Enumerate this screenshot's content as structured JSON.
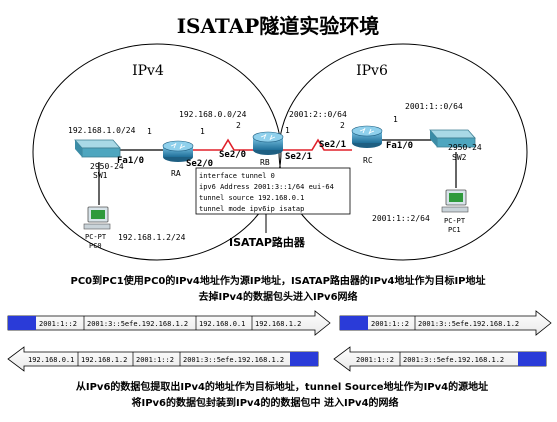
{
  "title": "ISATAP隧道实验环境",
  "clouds": {
    "left": "IPv4",
    "right": "IPv6"
  },
  "devices": {
    "sw1": {
      "model": "2950-24",
      "name": "SW1"
    },
    "sw2": {
      "model": "2950-24",
      "name": "SW2"
    },
    "ra": {
      "name": "RA"
    },
    "rb": {
      "name": "RB"
    },
    "rc": {
      "name": "RC"
    },
    "pc0": {
      "type": "PC-PT",
      "name": "PC0"
    },
    "pc1": {
      "type": "PC-PT",
      "name": "PC1"
    }
  },
  "subnets": {
    "net1": "192.168.1.0/24",
    "net2": "192.168.0.0/24",
    "net3": "2001:2::0/64",
    "net4": "2001:1::0/64"
  },
  "host_addrs": {
    "pc0": "192.168.1.2/24",
    "pc1": "2001:1::2/64"
  },
  "ports": {
    "sw1_fa": "Fa1/0",
    "ra_se": "Se2/0",
    "rb_se_left": "Se2/0",
    "rb_se_right": "Se2/1",
    "rc_se": "Se2/1",
    "rc_fa": "Fa1/0"
  },
  "link_nums": {
    "ra_left": "1",
    "ra_right": "1",
    "rb_left": "2",
    "rb_right": "1",
    "rc_left": "2",
    "rc_right": "1"
  },
  "config_lines": [
    "interface tunnel 0",
    "ipv6 Address 2001:3::1/64 eui-64",
    "tunnel source 192.168.0.1",
    "tunnel mode ipv6ip isatap"
  ],
  "router_label": "ISATAP路由器",
  "desc1": [
    "PC0到PC1使用PC0的IPv4地址作为源IP地址，ISATAP路由器的IPv4地址作为目标IP地址",
    "去掉IPv4的数据包头进入IPv6网络"
  ],
  "packets": {
    "top_left": [
      "2001:1::2",
      "2001:3::5efe.192.168.1.2",
      "192.168.0.1",
      "192.168.1.2"
    ],
    "top_right": [
      "2001:1::2",
      "2001:3::5efe.192.168.1.2"
    ],
    "bottom_left": [
      "192.168.0.1",
      "192.168.1.2",
      "2001:1::2",
      "2001:3::5efe.192.168.1.2"
    ],
    "bottom_right": [
      "2001:1::2",
      "2001:3::5efe.192.168.1.2"
    ]
  },
  "desc2": [
    "从IPv6的数据包提取出IPv4的地址作为目标地址，tunnel Source地址作为IPv4的源地址",
    "将IPv6的数据包封装到IPv4的的数据包中 进入IPv4的网络"
  ],
  "colors": {
    "serial_link": "#e0202a",
    "packet_fill": "#2a3bd8",
    "router": "#2e8bb8",
    "switch": "#5ab0c8"
  },
  "icons": [
    "switch-icon",
    "router-icon",
    "pc-icon"
  ]
}
